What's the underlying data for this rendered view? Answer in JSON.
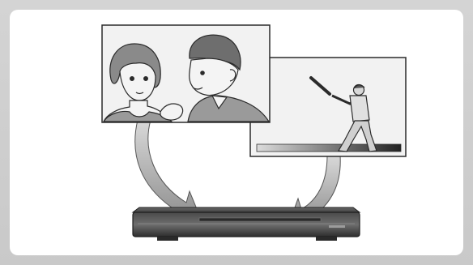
{
  "scene": {
    "screens": [
      {
        "id": "drama",
        "subject": "romantic-drama-scene"
      },
      {
        "id": "sports",
        "subject": "baseball-batter-scene",
        "progress": 0.9
      }
    ],
    "device": {
      "id": "recorder"
    }
  },
  "colors": {
    "frame": "#cccccc",
    "panel": "#ffffff",
    "outline": "#2b2b2b",
    "screen_fill": "#f2f2f2",
    "arrow_fill": "#9a9a9a",
    "device_fill": "#5a5a5a"
  }
}
